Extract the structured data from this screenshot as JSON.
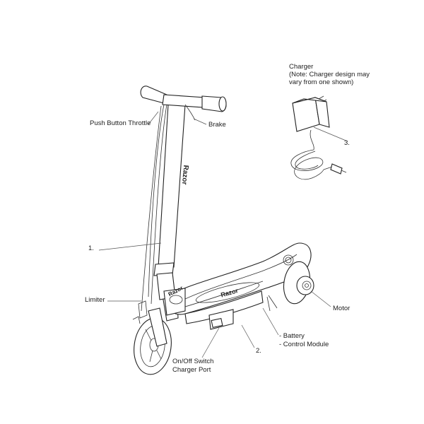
{
  "labels": {
    "charger_title": "Charger",
    "charger_note_1": "(Note: Charger design may",
    "charger_note_2": "vary from one shown)",
    "charger_num": "3.",
    "push_button_throttle": "Push Button Throttle",
    "brake": "Brake",
    "frame_num": "1.",
    "limiter": "Limiter",
    "motor": "Motor",
    "battery": "- Battery",
    "control_module": "- Control Module",
    "deck_num": "2.",
    "on_off_switch": "On/Off Switch",
    "charger_port": "Charger Port",
    "brand_text": "Razor"
  }
}
